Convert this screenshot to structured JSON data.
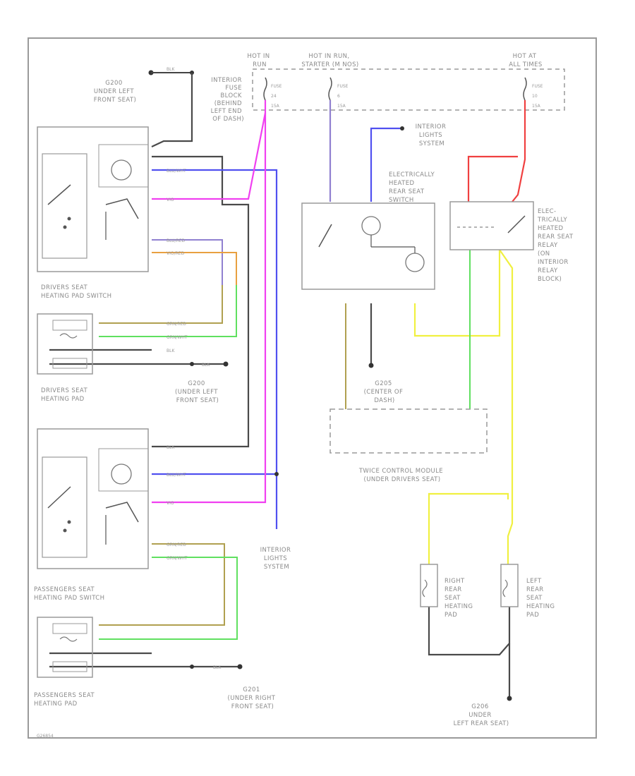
{
  "colors": {
    "frame": "#9a9a9a",
    "wire_gray": "#4a4a4a",
    "wire_blue": "#5050f0",
    "wire_pink": "#f040f0",
    "wire_purple": "#9080d0",
    "wire_orange": "#e8a040",
    "wire_olive": "#b0a050",
    "wire_green": "#60e060",
    "wire_yellow": "#f0f040",
    "wire_red": "#f04040"
  },
  "labels": {
    "g200_top": [
      "G200",
      "UNDER LEFT",
      "FRONT SEAT)"
    ],
    "hot_in_run": [
      "HOT IN",
      "RUN"
    ],
    "hot_in_run_starter": [
      "HOT IN RUN,",
      "STARTER (M NOS)"
    ],
    "hot_at_all_times": [
      "HOT AT",
      "ALL TIMES"
    ],
    "interior_fuse_block": [
      "INTERIOR",
      "FUSE",
      "BLOCK",
      "(BEHIND",
      "LEFT END",
      "OF DASH)"
    ],
    "fuse_left": [
      "FUSE",
      "24",
      "15A"
    ],
    "fuse_mid": [
      "FUSE",
      "6",
      "15A"
    ],
    "fuse_right": [
      "FUSE",
      "10",
      "15A"
    ],
    "interior_lights_top": [
      "INTERIOR",
      "LIGHTS",
      "SYSTEM"
    ],
    "rear_seat_switch": [
      "ELECTRICALLY",
      "HEATED",
      "REAR SEAT",
      "SWITCH"
    ],
    "rear_seat_relay": [
      "ELEC-",
      "TRICALLY",
      "HEATED",
      "REAR SEAT",
      "RELAY",
      "(ON",
      "INTERIOR",
      "RELAY",
      "BLOCK)"
    ],
    "drivers_switch": [
      "DRIVERS SEAT",
      "HEATING PAD SWITCH"
    ],
    "drivers_pad": [
      "DRIVERS SEAT",
      "HEATING PAD"
    ],
    "g200_mid": [
      "G200",
      "(UNDER LEFT",
      "FRONT SEAT)"
    ],
    "g205": [
      "G205",
      "(CENTER OF",
      "DASH)"
    ],
    "twice": [
      "TWICE CONTROL MODULE",
      "(UNDER DRIVERS SEAT)"
    ],
    "passengers_switch": [
      "PASSENGERS SEAT",
      "HEATING PAD SWITCH"
    ],
    "passengers_pad": [
      "PASSENGERS SEAT",
      "HEATING PAD"
    ],
    "interior_lights_bottom": [
      "INTERIOR",
      "LIGHTS",
      "SYSTEM"
    ],
    "g201": [
      "G201",
      "(UNDER RIGHT",
      "FRONT SEAT)"
    ],
    "right_rear_pad": [
      "RIGHT",
      "REAR",
      "SEAT",
      "HEATING",
      "PAD"
    ],
    "left_rear_pad": [
      "LEFT",
      "REAR",
      "SEAT",
      "HEATING",
      "PAD"
    ],
    "g206": [
      "G206",
      "UNDER",
      "LEFT REAR SEAT)"
    ],
    "wire_blk": "BLK",
    "wire_blu_wht": "BLU/WHT",
    "wire_vio": "VIO",
    "wire_blu_red": "BLU/RED",
    "wire_vio_red": "VIO/RED",
    "wire_grn_red": "GRN/RED",
    "wire_grn_wht": "GRN/WHT",
    "footer_code": "G26854"
  }
}
